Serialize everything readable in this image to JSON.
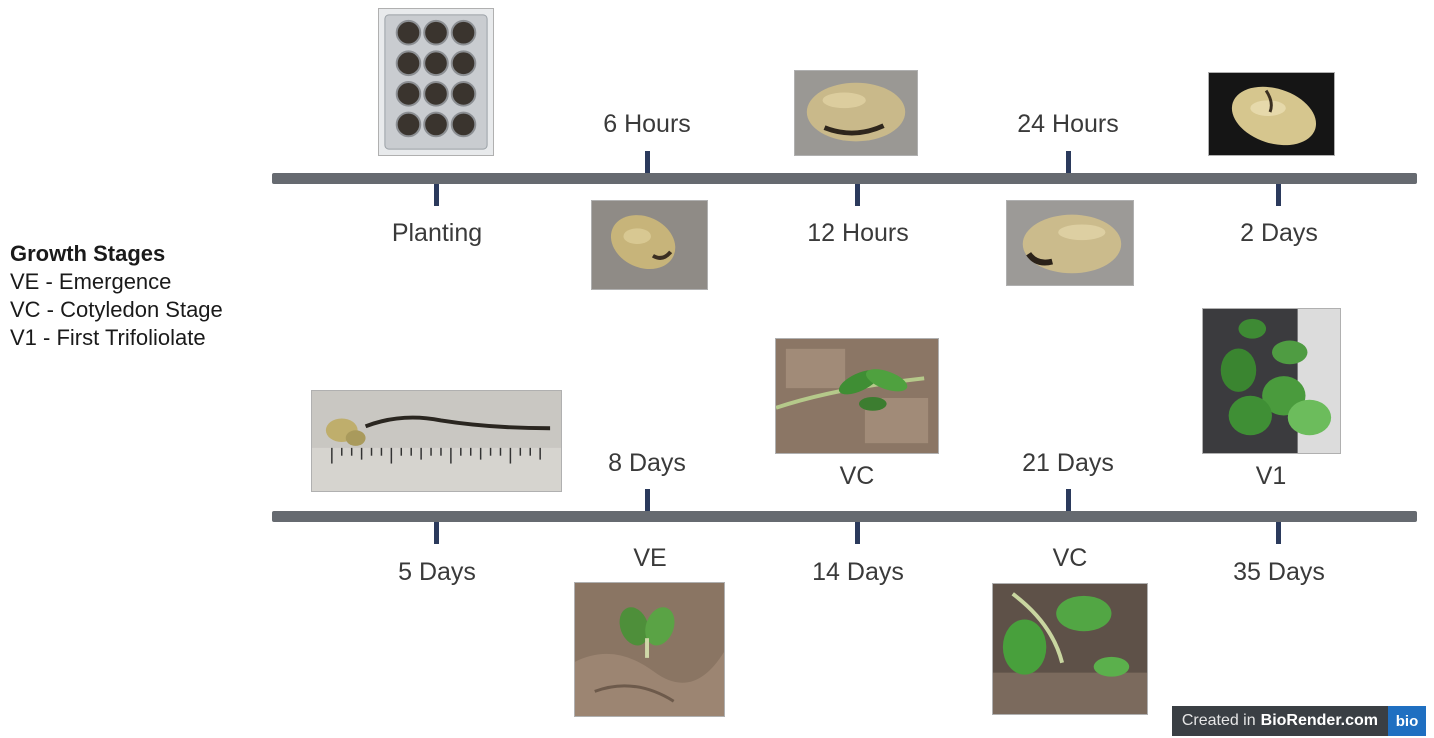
{
  "legend": {
    "title": "Growth Stages",
    "items": [
      "VE - Emergence",
      "VC - Cotyledon Stage",
      "V1 - First Trifoliolate"
    ]
  },
  "timeline_top": {
    "above_labels": [
      "6 Hours",
      "24 Hours"
    ],
    "below_labels": [
      "Planting",
      "12 Hours",
      "2 Days"
    ]
  },
  "timeline_bottom": {
    "above_labels": [
      "8 Days",
      "VC",
      "21 Days",
      "V1"
    ],
    "below_labels": [
      "5 Days",
      "VE",
      "14 Days",
      "VC",
      "35 Days"
    ]
  },
  "photos": {
    "planting": "seed-tray-photo",
    "hours6": "imbibed-seed-photo",
    "hours12": "swollen-seed-photo",
    "hours24": "swollen-seed-photo",
    "days2": "swollen-seed-photo",
    "days5": "radicle-with-ruler-photo",
    "days8": "emerging-seedling-photo",
    "days14": "cotyledon-seedling-photo",
    "days21": "cotyledon-seedling-photo",
    "days35": "trifoliolate-plant-photo"
  },
  "colors": {
    "timeline": "#666a70",
    "tick": "#2b3a5c",
    "badge_bg": "#3a3f44",
    "bio_logo": "#1f6fc1"
  },
  "badge": {
    "prefix": "Created in",
    "brand": "BioRender.com",
    "logo": "bio"
  }
}
